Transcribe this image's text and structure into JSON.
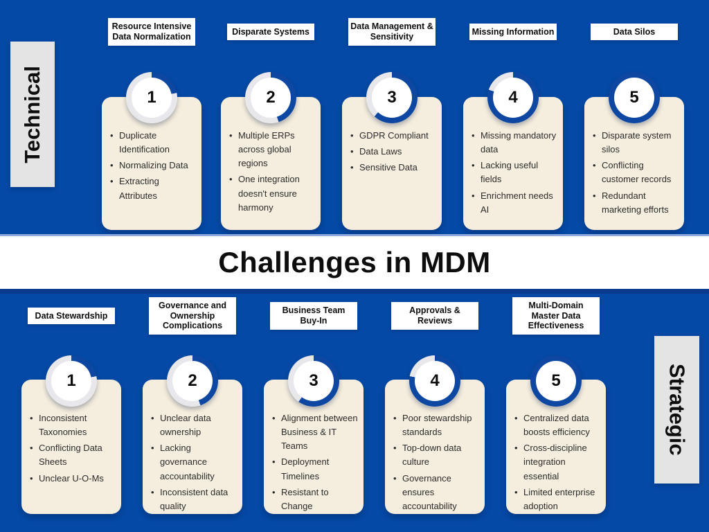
{
  "title": "Challenges in MDM",
  "colors": {
    "background_blue": "#0449a5",
    "ring_blue": "#0d47a1",
    "ring_gray": "#e8e8ec",
    "card_cream": "#f5eede",
    "label_gray": "#e4e4e4",
    "separator_light": "#8fa9da",
    "separator_dark": "#0a3a8e"
  },
  "sections": {
    "technical": {
      "label": "Technical",
      "cards": [
        {
          "number": "1",
          "progress": 22,
          "header": "Resource Intensive Data Normalization",
          "bullets": [
            "Duplicate Identification",
            "Normalizing Data",
            "Extracting Attributes"
          ]
        },
        {
          "number": "2",
          "progress": 45,
          "header": "Disparate Systems",
          "bullets": [
            "Multiple ERPs across global regions",
            "One integration doesn't ensure harmony"
          ]
        },
        {
          "number": "3",
          "progress": 62,
          "header": "Data Management & Sensitivity",
          "bullets": [
            "GDPR Compliant",
            "Data Laws",
            "Sensitive Data"
          ]
        },
        {
          "number": "4",
          "progress": 80,
          "header": "Missing Information",
          "bullets": [
            "Missing mandatory data",
            "Lacking useful fields",
            "Enrichment needs AI"
          ]
        },
        {
          "number": "5",
          "progress": 100,
          "header": "Data Silos",
          "bullets": [
            "Disparate system silos",
            "Conflicting customer records",
            "Redundant marketing efforts"
          ]
        }
      ]
    },
    "strategic": {
      "label": "Strategic",
      "cards": [
        {
          "number": "1",
          "progress": 22,
          "header": "Data Stewardship",
          "bullets": [
            "Inconsistent Taxonomies",
            "Conflicting Data Sheets",
            "Unclear U-O-Ms"
          ]
        },
        {
          "number": "2",
          "progress": 45,
          "header": "Governance and Ownership Complications",
          "bullets": [
            "Unclear data ownership",
            "Lacking governance accountability",
            "Inconsistent data quality"
          ]
        },
        {
          "number": "3",
          "progress": 60,
          "header": "Business Team Buy-In",
          "bullets": [
            "Alignment between Business & IT Teams",
            "Deployment Timelines",
            "Resistant to Change"
          ]
        },
        {
          "number": "4",
          "progress": 78,
          "header": "Approvals & Reviews",
          "bullets": [
            "Poor stewardship standards",
            "Top-down data culture",
            "Governance ensures accountability"
          ]
        },
        {
          "number": "5",
          "progress": 100,
          "header": "Multi-Domain Master Data Effectiveness",
          "bullets": [
            "Centralized data boosts efficiency",
            "Cross-discipline integration essential",
            "Limited enterprise adoption"
          ]
        }
      ]
    }
  }
}
